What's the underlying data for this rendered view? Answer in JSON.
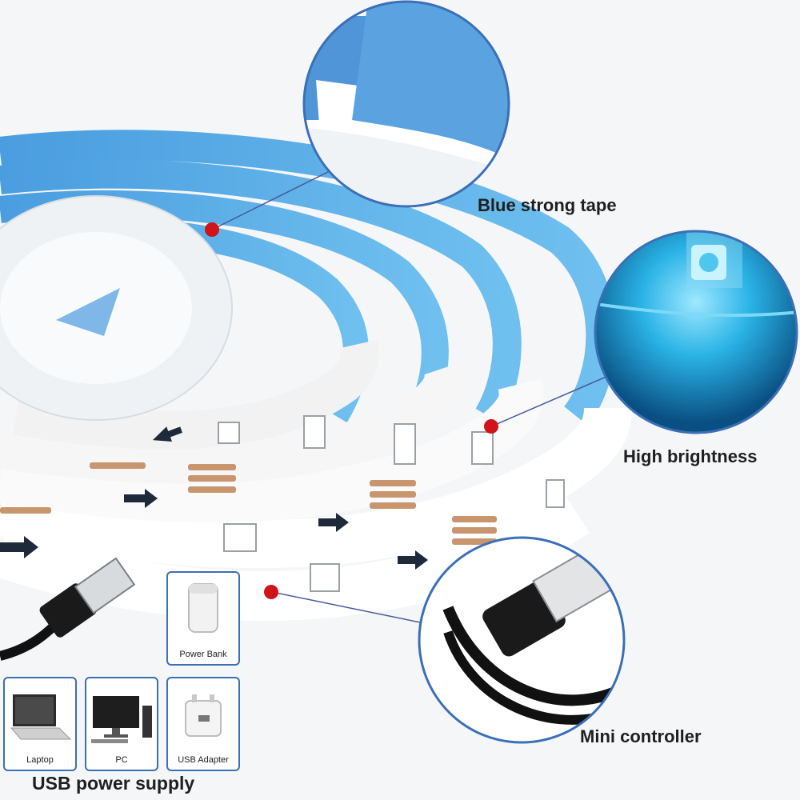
{
  "callouts": {
    "tape": "Blue strong tape",
    "brightness": "High brightness",
    "controller": "Mini controller"
  },
  "power_sources": [
    {
      "label": "Power Bank",
      "icon": "power-bank-icon"
    },
    {
      "label": "Laptop",
      "icon": "laptop-icon"
    },
    {
      "label": "PC",
      "icon": "pc-icon"
    },
    {
      "label": "USB Adapter",
      "icon": "usb-adapter-icon"
    }
  ],
  "usb_caption": "USB power supply",
  "colors": {
    "tape_blue": "#5aa9e6",
    "glow": "#2ab3e6",
    "dot": "#d0141c",
    "box_border": "#3b6fb6"
  }
}
